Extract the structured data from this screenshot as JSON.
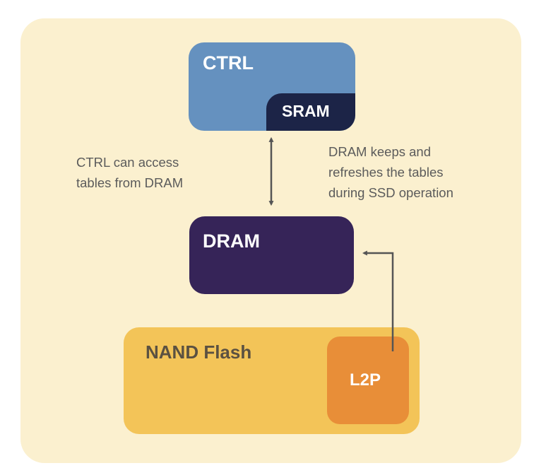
{
  "colors": {
    "panel_bg": "#fbf0cf",
    "ctrl_box": "#6591bf",
    "sram_box": "#1c2447",
    "dram_box": "#362458",
    "nand_box": "#f3c458",
    "l2p_box": "#e88e38",
    "light_text": "#ffffff",
    "nand_text": "#5b5141",
    "note_text": "#5b5b5b",
    "arrow": "#555555"
  },
  "nodes": {
    "ctrl": "CTRL",
    "sram": "SRAM",
    "dram": "DRAM",
    "nand": "NAND Flash",
    "l2p": "L2P"
  },
  "notes": {
    "ctrl_access": [
      "CTRL can access",
      "tables from DRAM"
    ],
    "dram_keeps": [
      "DRAM keeps and",
      "refreshes the tables",
      "during SSD operation"
    ]
  },
  "edges": [
    {
      "from": "ctrl",
      "to": "dram",
      "direction": "both"
    },
    {
      "from": "l2p",
      "to": "dram",
      "direction": "forward"
    }
  ]
}
